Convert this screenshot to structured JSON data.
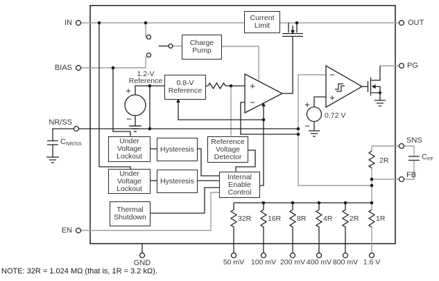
{
  "title": "LDO functional block diagram",
  "pins": {
    "in": "IN",
    "bias": "BIAS",
    "nrss": "NR/SS",
    "en": "EN",
    "out": "OUT",
    "pg": "PG",
    "sns": "SNS",
    "fb": "FB",
    "gnd": "GND",
    "taps": [
      "50 mV",
      "100 mV",
      "200 mV",
      "400 mV",
      "800 mV",
      "1.6 V"
    ]
  },
  "blocks": {
    "current_limit": [
      "Current",
      "Limit"
    ],
    "charge_pump": [
      "Charge",
      "Pump"
    ],
    "ref_08": [
      "0.8-V",
      "Reference"
    ],
    "uvlo1": [
      "Under",
      "Voltage",
      "Lockout"
    ],
    "hysteresis1": [
      "Hysteresis"
    ],
    "ref_detector": [
      "Reference",
      "Voltage",
      "Detector"
    ],
    "uvlo2": [
      "Under",
      "Voltage",
      "Lockout"
    ],
    "hysteresis2": [
      "Hysteresis"
    ],
    "enable_control": [
      "Internal",
      "Enable",
      "Control"
    ],
    "thermal_shutdown": [
      "Thermal",
      "Shutdown"
    ]
  },
  "labels": {
    "ref_12_line1": "1.2-V",
    "ref_12_line2": "Reference",
    "vsrc_072": "0.72 V",
    "cap_nrss_main": "C",
    "cap_nrss_sub": "NR/SS",
    "cap_ff_main": "C",
    "cap_ff_sub": "FF",
    "r_sense": "2R",
    "ladder": [
      "32R",
      "16R",
      "8R",
      "4R",
      "2R",
      "1R"
    ],
    "plus": "+",
    "minus": "−"
  },
  "note": "NOTE: 32R = 1.024 MΩ (that is, 1R = 3.2 kΩ).",
  "colors": {
    "wire_gray": "#9e9e9e",
    "wire_black": "#231f20",
    "box_border": "#262626",
    "text": "#383838"
  }
}
